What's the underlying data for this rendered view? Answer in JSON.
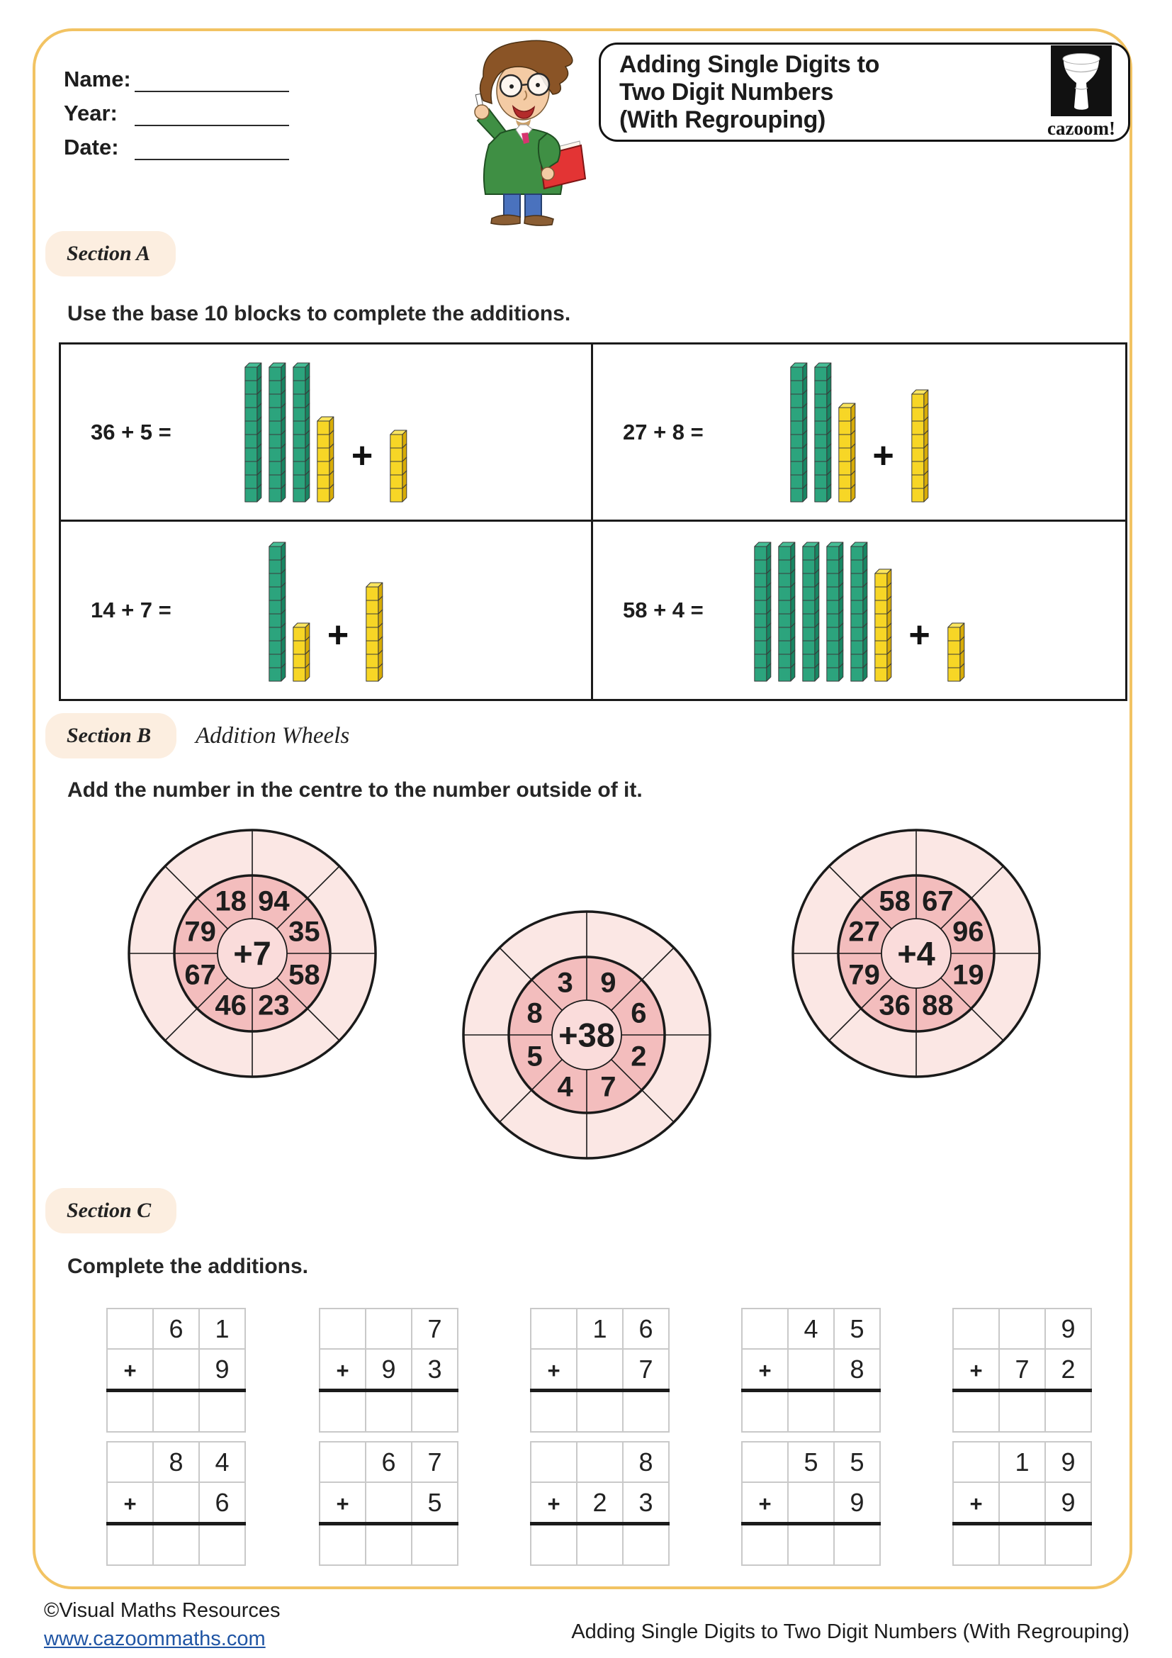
{
  "header": {
    "fields": [
      {
        "label": "Name:"
      },
      {
        "label": "Year:"
      },
      {
        "label": "Date:"
      }
    ],
    "title_lines": [
      "Adding Single Digits to",
      "Two Digit Numbers",
      "(With Regrouping)"
    ],
    "logo": {
      "text": "cazoom!"
    }
  },
  "section_a": {
    "label": "Section A",
    "instruction": "Use the base 10 blocks to complete the additions.",
    "plus_sign": "+",
    "problems": [
      {
        "expression": "36 + 5 =",
        "tens": 3,
        "ones": 6,
        "addend": 5
      },
      {
        "expression": "27 + 8 =",
        "tens": 2,
        "ones": 7,
        "addend": 8
      },
      {
        "expression": "14 + 7 =",
        "tens": 1,
        "ones": 4,
        "addend": 7
      },
      {
        "expression": "58 + 4 =",
        "tens": 5,
        "ones": 8,
        "addend": 4
      }
    ]
  },
  "section_b": {
    "label": "Section B",
    "subtitle": "Addition Wheels",
    "instruction": "Add the number in the centre to the number outside of it.",
    "wheels": [
      {
        "center": "+7",
        "numbers": [
          "18",
          "94",
          "35",
          "58",
          "23",
          "46",
          "67",
          "79"
        ]
      },
      {
        "center": "+38",
        "numbers": [
          "3",
          "9",
          "6",
          "2",
          "7",
          "4",
          "5",
          "8"
        ]
      },
      {
        "center": "+4",
        "numbers": [
          "58",
          "67",
          "96",
          "19",
          "88",
          "36",
          "79",
          "27"
        ]
      }
    ]
  },
  "section_c": {
    "label": "Section C",
    "instruction": "Complete the additions.",
    "rows": [
      [
        {
          "top": [
            "",
            "6",
            "1"
          ],
          "bottom": [
            "+",
            "",
            "9"
          ]
        },
        {
          "top": [
            "",
            "",
            "7"
          ],
          "bottom": [
            "+",
            "9",
            "3"
          ]
        },
        {
          "top": [
            "",
            "1",
            "6"
          ],
          "bottom": [
            "+",
            "",
            "7"
          ]
        },
        {
          "top": [
            "",
            "4",
            "5"
          ],
          "bottom": [
            "+",
            "",
            "8"
          ]
        },
        {
          "top": [
            "",
            "",
            "9"
          ],
          "bottom": [
            "+",
            "7",
            "2"
          ]
        }
      ],
      [
        {
          "top": [
            "",
            "8",
            "4"
          ],
          "bottom": [
            "+",
            "",
            "6"
          ]
        },
        {
          "top": [
            "",
            "6",
            "7"
          ],
          "bottom": [
            "+",
            "",
            "5"
          ]
        },
        {
          "top": [
            "",
            "",
            "8"
          ],
          "bottom": [
            "+",
            "2",
            "3"
          ]
        },
        {
          "top": [
            "",
            "5",
            "5"
          ],
          "bottom": [
            "+",
            "",
            "9"
          ]
        },
        {
          "top": [
            "",
            "1",
            "9"
          ],
          "bottom": [
            "+",
            "",
            "9"
          ]
        }
      ]
    ]
  },
  "footer": {
    "copyright": "©Visual Maths Resources",
    "url": "www.cazoommaths.com",
    "worksheet_title": "Adding Single Digits to Two Digit Numbers (With Regrouping)"
  },
  "colors": {
    "frame": "#F2C363",
    "section_label_bg": "#FCEEE0",
    "green_block": {
      "front": "#2CA47D",
      "side": "#188663",
      "top": "#45BD95"
    },
    "yellow_block": {
      "front": "#F7D626",
      "side": "#D8AC07",
      "top": "#FAE55E"
    },
    "wheel": {
      "outer": "#FBE7E4",
      "inner": "#F3BDBD",
      "center": "#FADCDB"
    },
    "link": "#2055A4"
  }
}
